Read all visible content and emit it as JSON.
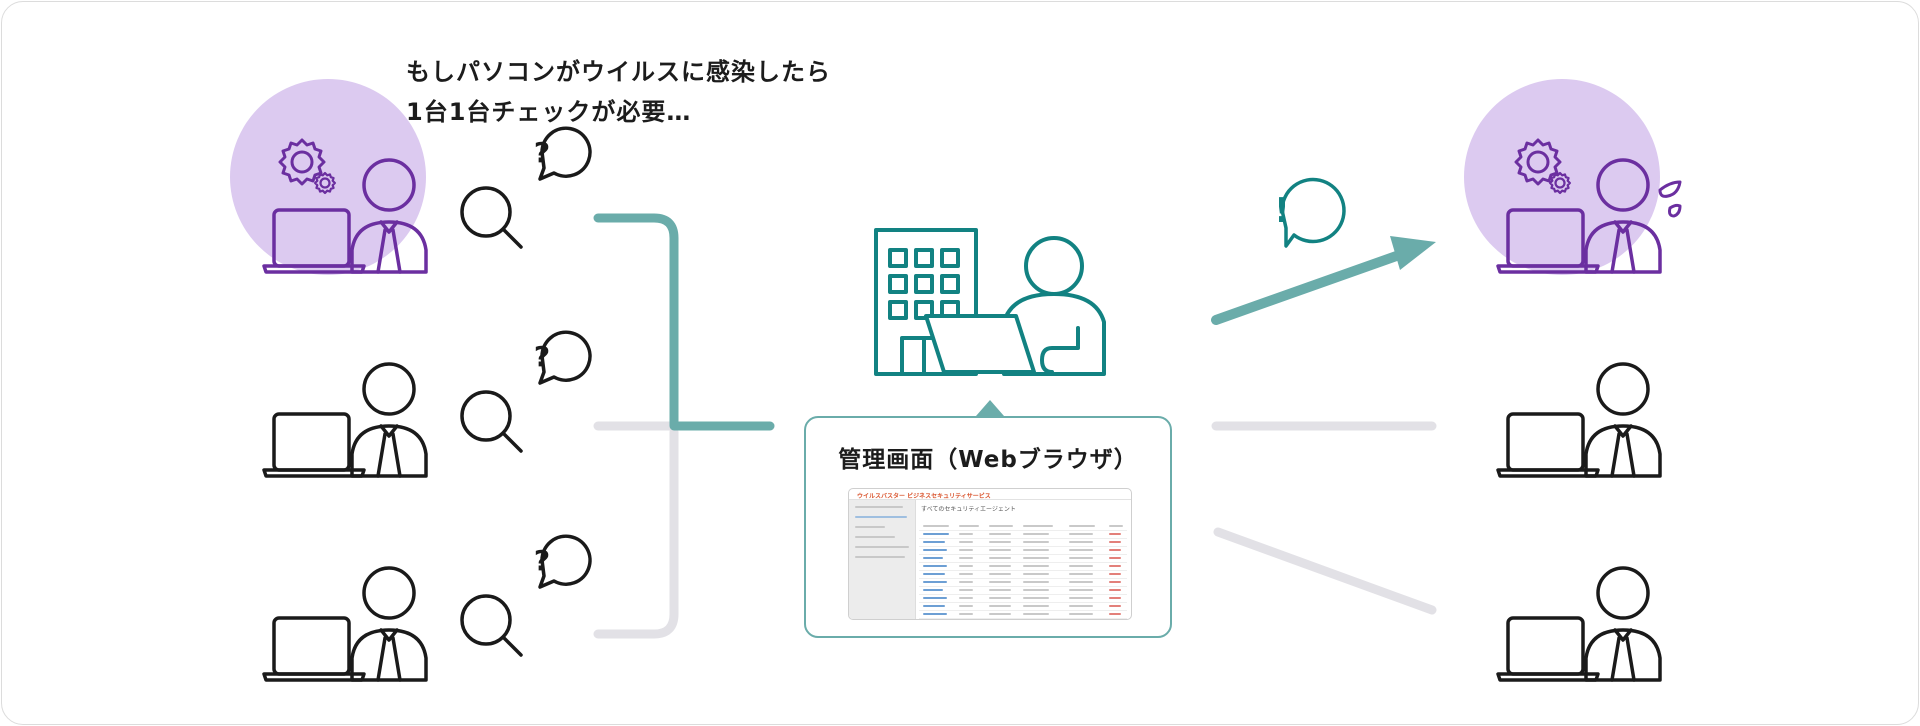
{
  "note": {
    "line1": "もしパソコンがウイルスに感染したら",
    "line2": "1台1台チェックが必要…"
  },
  "panel": {
    "title": "管理画面（Webブラウザ）",
    "screenshot": {
      "brand": "ウイルスバスター ビジネスセキュリティサービス",
      "heading": "すべてのセキュリティエージェント"
    }
  },
  "icons": {
    "question": "?",
    "exclamation": "!"
  },
  "colors": {
    "teal": "#128282",
    "teal_light": "#6aacaa",
    "purple": "#6b2fa0",
    "lavender": "#dccaf0",
    "gray_line": "#e2e1e6",
    "black": "#1a1a1a",
    "red_brand": "#d9532c"
  }
}
